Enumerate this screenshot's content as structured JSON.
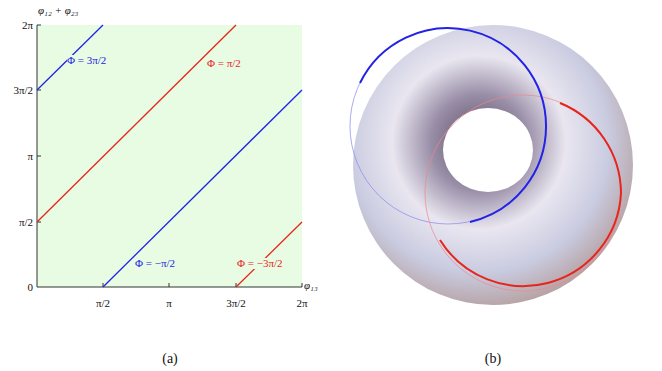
{
  "diagram": {
    "labels": [
      "φ₁₂ + φ₂₃",
      "2π",
      "3π/2",
      "π",
      "π/2",
      "0",
      "π/2",
      "π",
      "3π/2",
      "2π",
      "φ₁₃",
      "Φ = 3π/2",
      "Φ = π/2",
      "Φ = −π/2",
      "Φ = −3π/2",
      "(a)",
      "(b)"
    ]
  }
}
